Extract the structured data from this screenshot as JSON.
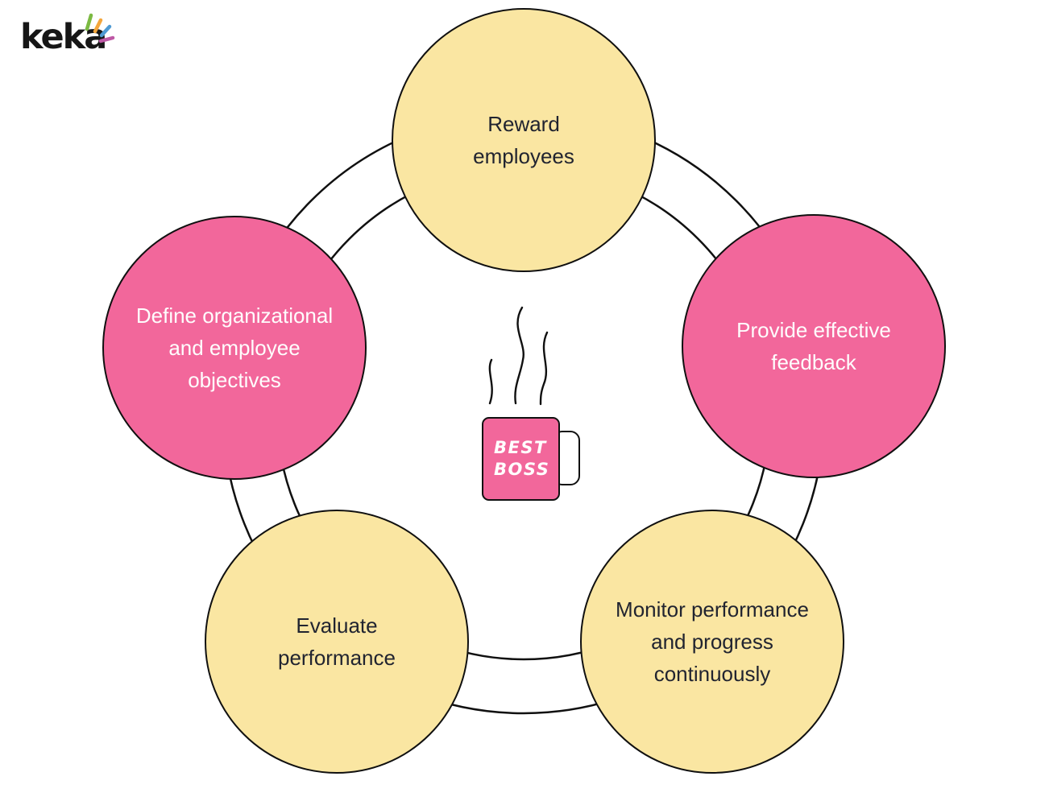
{
  "brand": {
    "logo_text": "keka",
    "sparkles": [
      {
        "name": "sparkle-green",
        "color": "#7CBA43"
      },
      {
        "name": "sparkle-orange",
        "color": "#F4A63C"
      },
      {
        "name": "sparkle-blue",
        "color": "#4E9AD3"
      },
      {
        "name": "sparkle-pink",
        "color": "#BE58A5"
      }
    ]
  },
  "palette": {
    "node_yellow": "#FAE6A2",
    "node_pink": "#F2679B",
    "outline": "#101010",
    "dark_text": "#212430",
    "light_text": "#FFFFFF"
  },
  "diagram": {
    "type": "cycle",
    "nodes": [
      {
        "id": "reward-employees",
        "label": "Reward employees",
        "lines": [
          "Reward",
          "employees"
        ],
        "fill": "yellow",
        "position": "top"
      },
      {
        "id": "provide-effective-feedback",
        "label": "Provide effective feedback",
        "lines": [
          "Provide effective",
          "feedback"
        ],
        "fill": "pink",
        "position": "right"
      },
      {
        "id": "monitor-performance",
        "label": "Monitor performance and progress continuously",
        "lines": [
          "Monitor performance",
          "and progress",
          "continuously"
        ],
        "fill": "yellow",
        "position": "bottom-right"
      },
      {
        "id": "evaluate-performance",
        "label": "Evaluate performance",
        "lines": [
          "Evaluate",
          "performance"
        ],
        "fill": "yellow",
        "position": "bottom-left"
      },
      {
        "id": "define-objectives",
        "label": "Define organizational and employee objectives",
        "lines": [
          "Define organizational",
          "and employee",
          "objectives"
        ],
        "fill": "pink",
        "position": "left"
      }
    ]
  },
  "mug": {
    "lines": [
      "BEST",
      "BOSS"
    ]
  }
}
